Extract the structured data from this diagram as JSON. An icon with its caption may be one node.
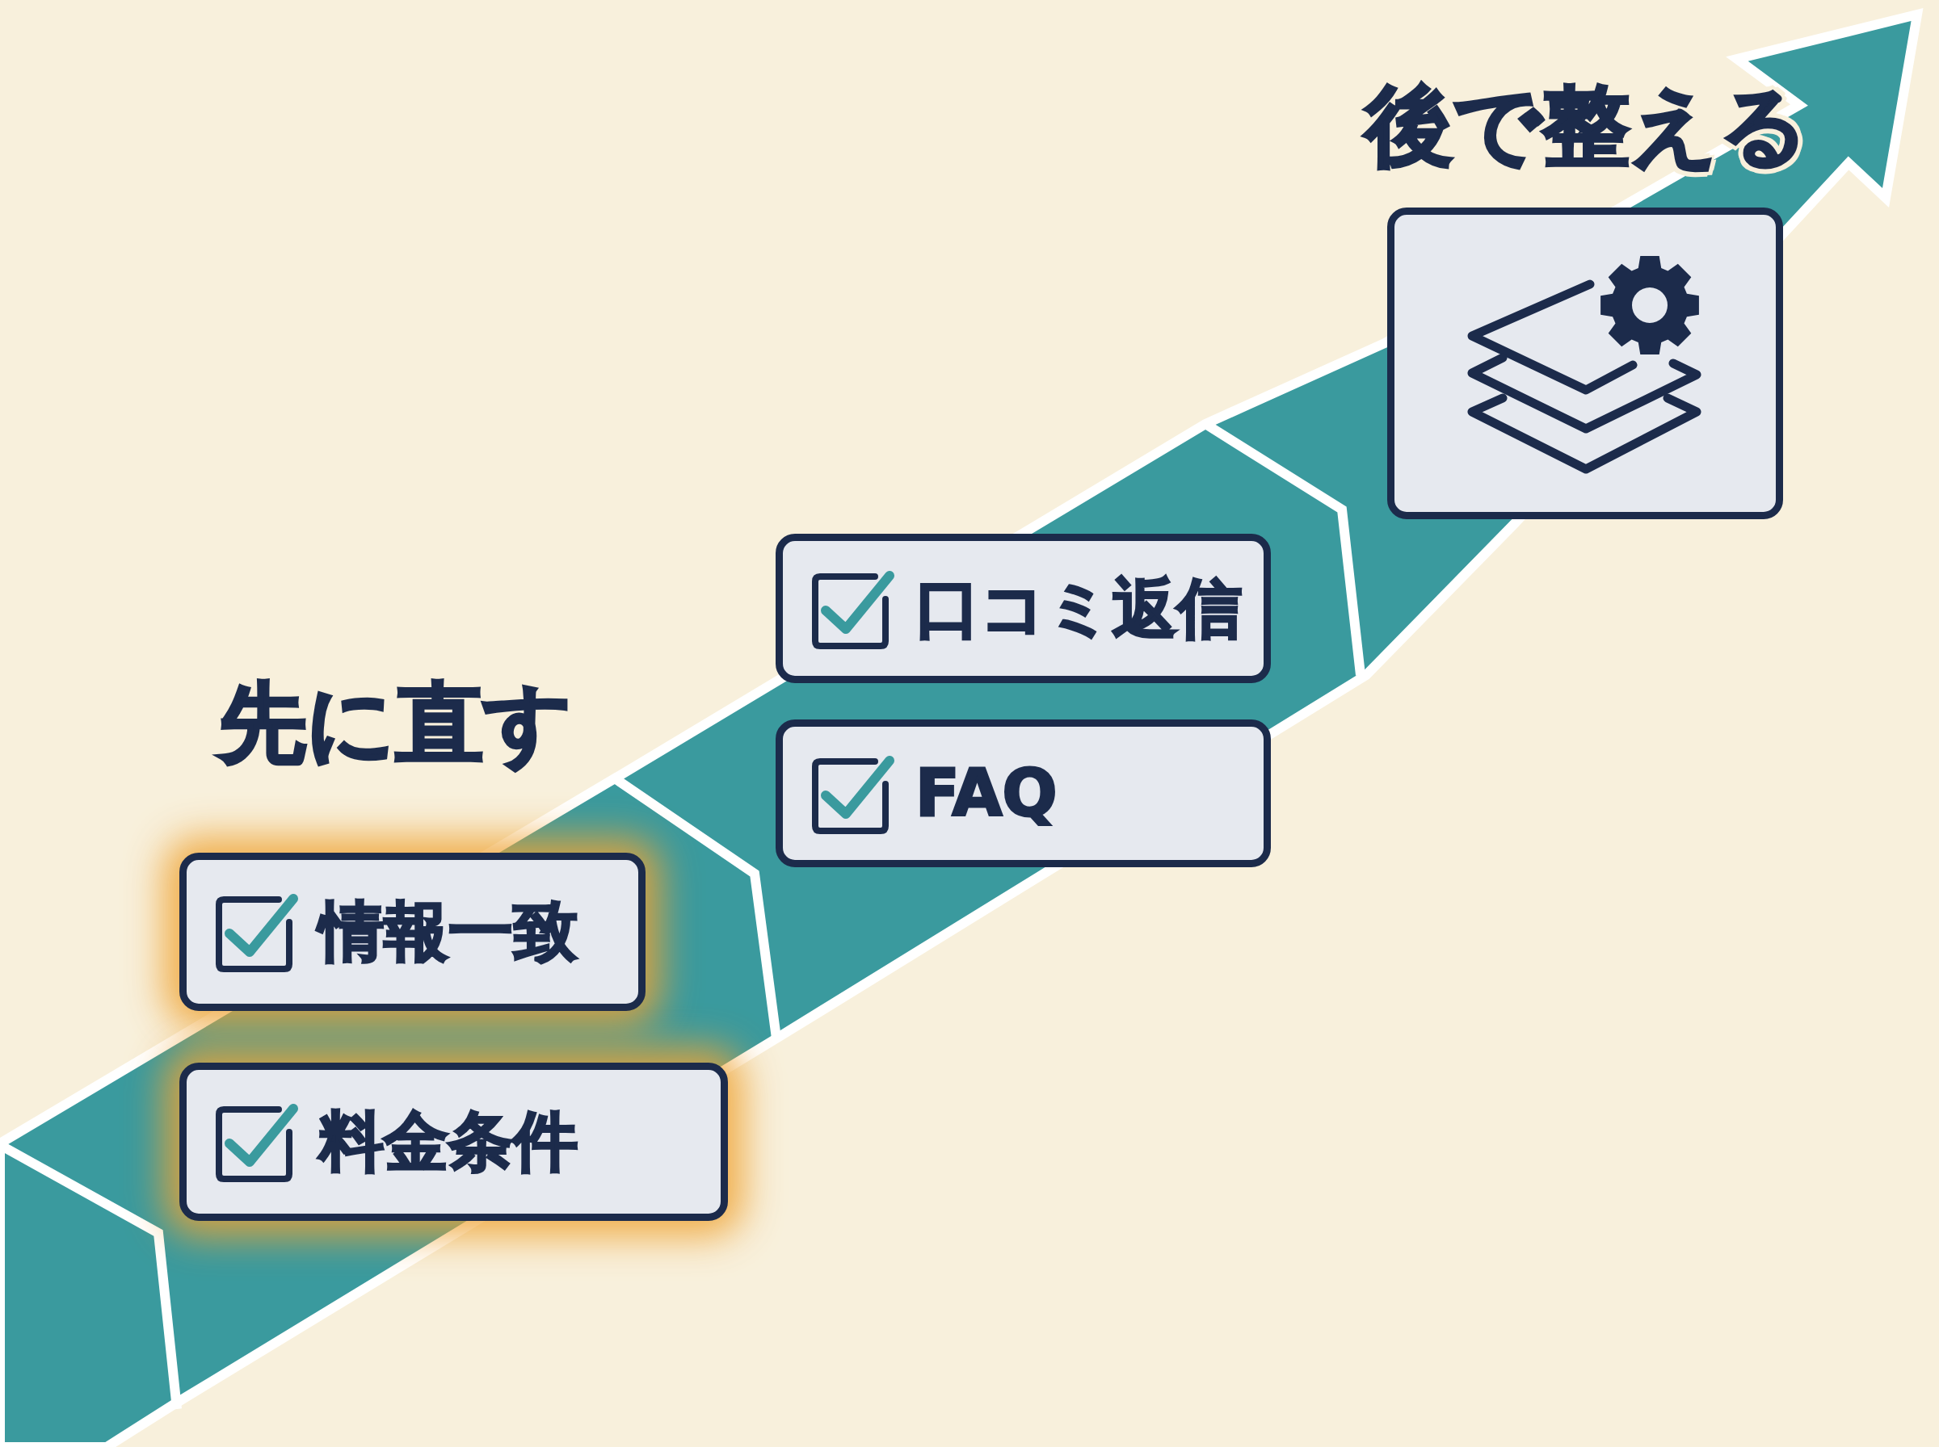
{
  "diagram": {
    "nodes": [
      {
        "text": [
          "情報一致"
        ]
      },
      {
        "text": [
          "料金条件"
        ]
      },
      {
        "text": [
          "口コミ返信"
        ]
      },
      {
        "text": [
          "FAQ"
        ]
      },
      {
        "text": [],
        "shape": "box"
      }
    ],
    "labels": [
      "先に直す",
      "後で整える"
    ]
  }
}
